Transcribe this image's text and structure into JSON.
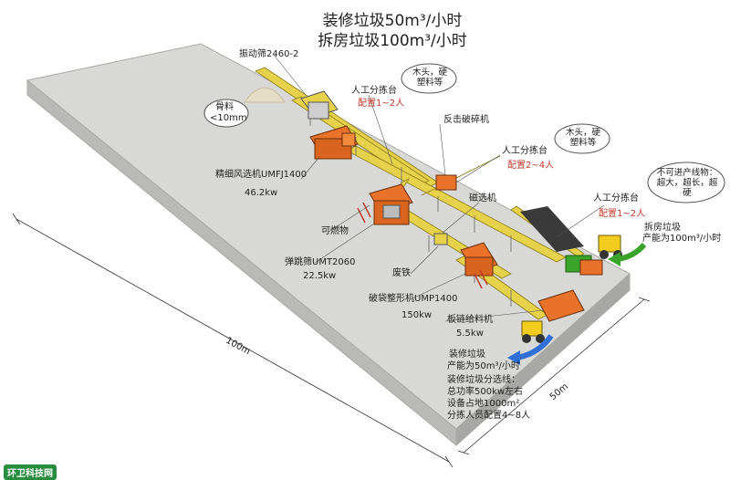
{
  "title": {
    "line1": "装修垃圾50m³/小时",
    "line2": "拆房垃圾100m³/小时"
  },
  "labels": {
    "vibrating_screen": "振动筛2460-2",
    "bone_material": "骨料",
    "bone_size": "<10mm",
    "manual_sort_1": "人工分拣台",
    "manual_sort_1_staff": "配置1~2人",
    "wood_plastic_1": "木头，硬塑料等",
    "impact_crusher": "反击破碎机",
    "manual_sort_2": "人工分拣台",
    "manual_sort_2_staff": "配置2~4人",
    "wood_plastic_2": "木头，硬塑料等",
    "wind_separator": "精细风选机UMFJ1400",
    "wind_separator_kw": "46.2kw",
    "magnetic_separator": "磁选机",
    "manual_sort_3": "人工分拣台",
    "manual_sort_3_staff": "配置1~2人",
    "no_line_items": "不可进产线物：超大，超长，超硬",
    "combustible": "可燃物",
    "bounce_screen": "弹跳筛UMT2060",
    "bounce_screen_kw": "22.5kw",
    "scrap_iron": "废铁",
    "demolition_waste": "拆房垃圾",
    "demolition_capacity": "产能为100m³/小时",
    "bag_shaper": "破袋整形机UMP1400",
    "bag_shaper_kw": "150kw",
    "chain_feeder": "板链给料机",
    "chain_feeder_kw": "5.5kw",
    "length_100m": "100m",
    "length_50m": "50m"
  },
  "notes": {
    "deco_title": "装修垃圾",
    "deco_capacity": "产能为50m³/小时",
    "line_title": "装修垃圾分选线：",
    "line_power": "总功率500kw左右",
    "line_area": "设备占地1000m²",
    "line_staff": "分拣人员配置4~8人"
  },
  "logo": "环卫科技网",
  "colors": {
    "platform_top": "#d8d8d6",
    "platform_side": "#b9b9b6",
    "conveyor": "#e6d24a",
    "machine_orange": "#e8722a",
    "loader_yellow": "#f2cc1f",
    "arrow_blue": "#2f6fd6",
    "arrow_green": "#3aa32a",
    "staff_red": "#c0392b"
  }
}
